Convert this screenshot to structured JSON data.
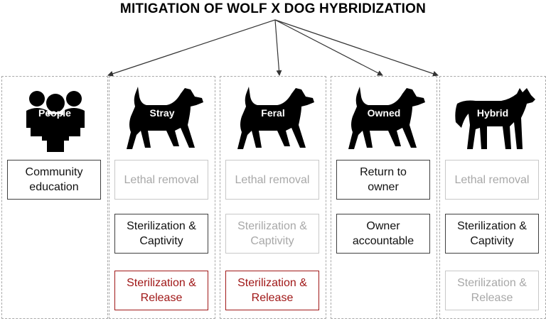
{
  "title": "MITIGATION OF WOLF X DOG HYBRIDIZATION",
  "colors": {
    "dark": "#111111",
    "gray": "#a8a8a8",
    "red": "#a01818",
    "silhouette": "#000000"
  },
  "columns": [
    {
      "icon": "people-group-icon",
      "label": "People",
      "boxes": [
        {
          "text": "Community\neducation",
          "style": "dark"
        }
      ]
    },
    {
      "icon": "dog-icon",
      "label": "Stray",
      "boxes": [
        {
          "text": "Lethal removal",
          "style": "gray"
        },
        {
          "text": "Sterilization &\nCaptivity",
          "style": "dark"
        },
        {
          "text": "Sterilization &\nRelease",
          "style": "red"
        }
      ]
    },
    {
      "icon": "dog-icon",
      "label": "Feral",
      "boxes": [
        {
          "text": "Lethal removal",
          "style": "gray"
        },
        {
          "text": "Sterilization &\nCaptivity",
          "style": "gray"
        },
        {
          "text": "Sterilization &\nRelease",
          "style": "red"
        }
      ]
    },
    {
      "icon": "dog-icon",
      "label": "Owned",
      "boxes": [
        {
          "text": "Return to\nowner",
          "style": "dark"
        },
        {
          "text": "Owner\naccountable",
          "style": "dark"
        }
      ]
    },
    {
      "icon": "wolf-icon",
      "label": "Hybrid",
      "boxes": [
        {
          "text": "Lethal removal",
          "style": "gray"
        },
        {
          "text": "Sterilization &\nCaptivity",
          "style": "dark"
        },
        {
          "text": "Sterilization &\nRelease",
          "style": "gray"
        }
      ]
    }
  ]
}
